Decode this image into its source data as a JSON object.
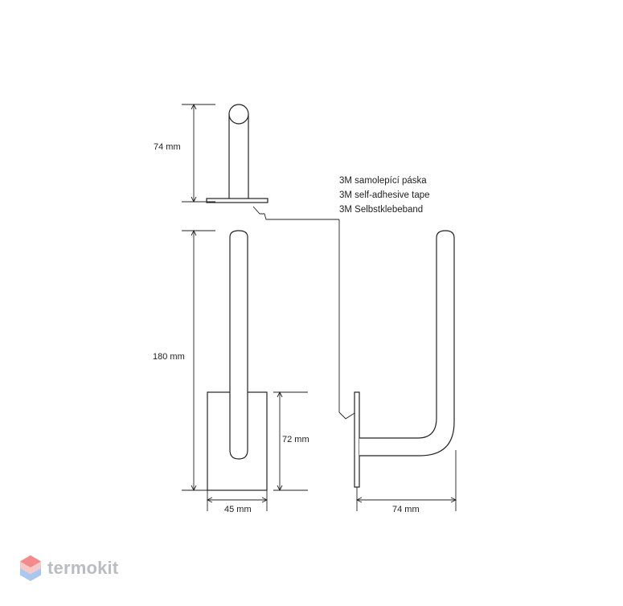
{
  "dimensions": {
    "top_height": "74 mm",
    "total_height": "180 mm",
    "base_height": "72 mm",
    "base_width": "45 mm",
    "depth": "74 mm"
  },
  "tape_label": {
    "cz": "3M samolepící páska",
    "en": "3M self-adhesive tape",
    "de": "3M Selbstklebeband"
  },
  "watermark": {
    "text": "termokit",
    "color": "#b9bcc1",
    "accent_colors": [
      "#f05a5a",
      "#4a90e2"
    ]
  }
}
